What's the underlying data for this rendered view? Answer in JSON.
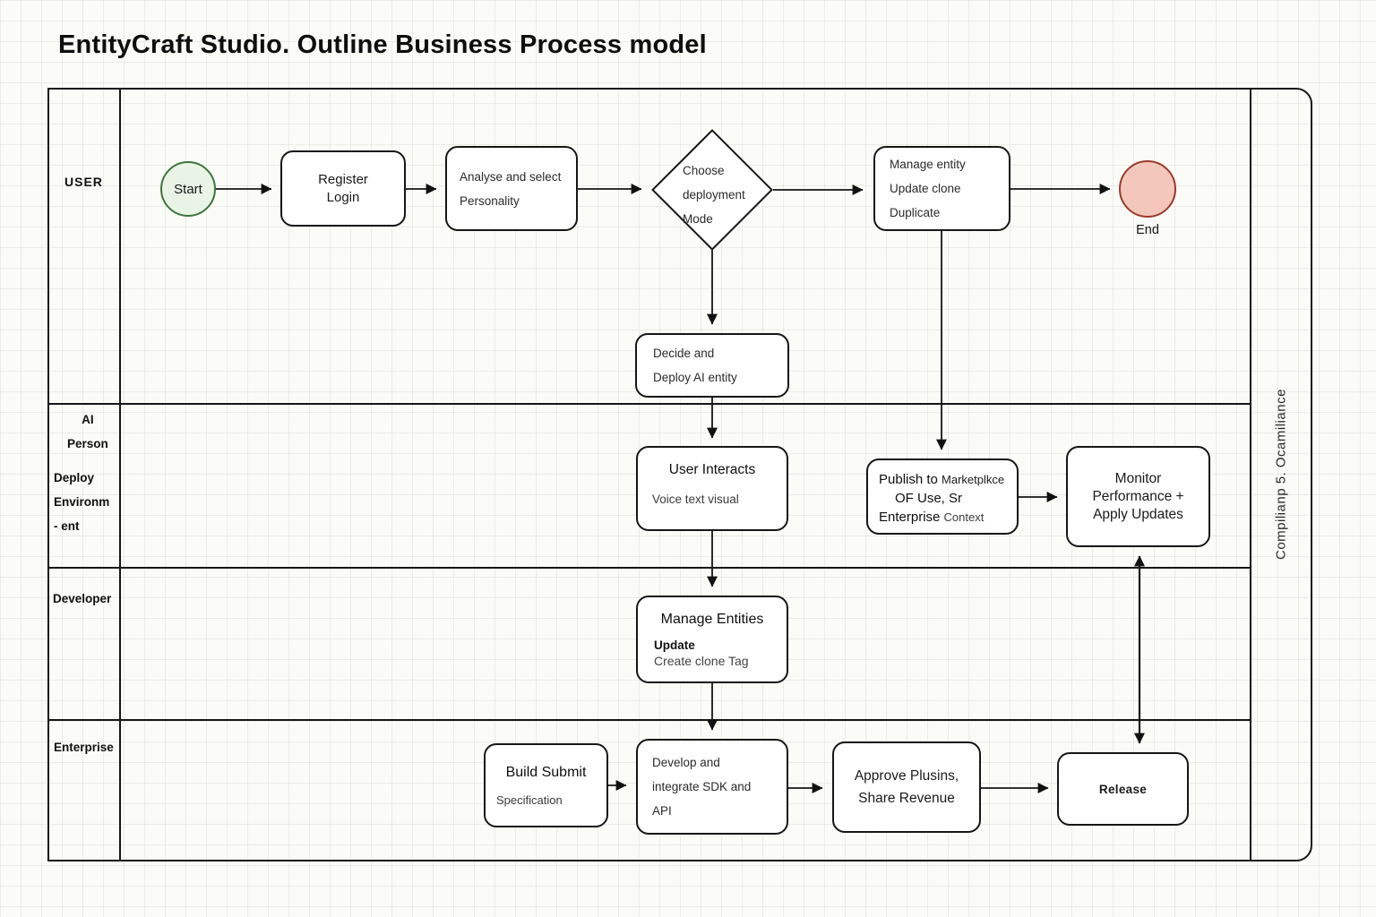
{
  "title": "EntityCraft Studio. Outline Business Process model",
  "lanes": {
    "user": "USER",
    "ai_person_top": "AI\nPerson",
    "ai_person_bottom": "Deploy\nEnvironm\n- ent",
    "developer": "Developer",
    "enterprise": "Enterprise",
    "compliance": "Compilianp 5. Ocamiliance"
  },
  "nodes": {
    "start": {
      "label": "Start"
    },
    "register": {
      "label": "Register\nLogin"
    },
    "analyse": {
      "label": "Analyse and select\nPersonality"
    },
    "choose": {
      "label": "Choose\ndeployment\nMode"
    },
    "manage_entity": {
      "label": "Manage entity\nUpdate clone\nDuplicate"
    },
    "end": {
      "label": "End"
    },
    "decide": {
      "label": "Decide and\nDeploy AI entity"
    },
    "user_interacts": {
      "title": "User Interacts",
      "subtitle": "Voice text visual"
    },
    "publish": {
      "line1_a": "Publish to ",
      "line1_b": "Marketplkce",
      "line2": "OF Use, Sr",
      "line3_a": "Enterprise ",
      "line3_b": "Context"
    },
    "monitor": {
      "label": "Monitor\nPerformance +\nApply Updates"
    },
    "manage_entities": {
      "title": "Manage Entities",
      "bold_line": "Update",
      "sub_line": "Create clone Tag"
    },
    "build": {
      "title": "Build Submit",
      "subtitle": "Specification"
    },
    "develop": {
      "label": "Develop and\nintegrate SDK  and\nAPI"
    },
    "approve": {
      "label": "Approve Plusins,\nShare Revenue"
    },
    "release": {
      "label": "Release"
    }
  },
  "colors": {
    "start_fill": "#e9f4e6",
    "start_stroke": "#3e753e",
    "end_fill": "#f4c7bd",
    "end_stroke": "#9c392c",
    "ink": "#161616"
  }
}
